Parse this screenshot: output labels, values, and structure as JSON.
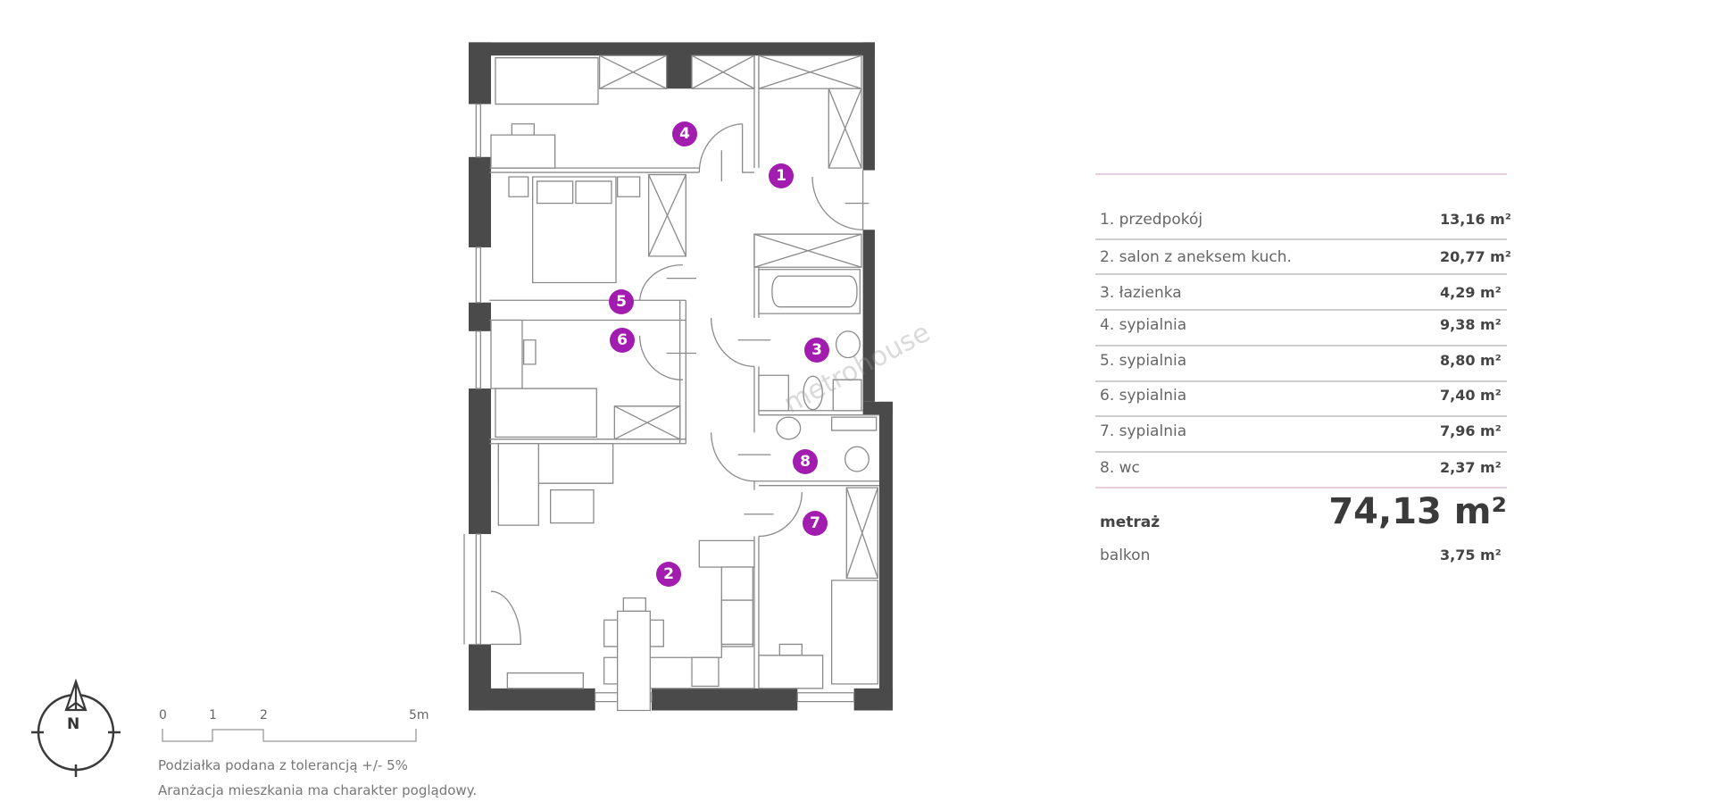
{
  "plan": {
    "watermark": "metrohouse",
    "accent_color": "#a21caf",
    "room_markers": [
      "1",
      "2",
      "3",
      "4",
      "5",
      "6",
      "7",
      "8"
    ]
  },
  "areas": {
    "rooms": [
      {
        "label": "1. przedpokój",
        "value": "13,16 m²"
      },
      {
        "label": "2. salon z aneksem kuch.",
        "value": "20,77 m²"
      },
      {
        "label": "3. łazienka",
        "value": "4,29 m²"
      },
      {
        "label": "4. sypialnia",
        "value": "9,38 m²"
      },
      {
        "label": "5. sypialnia",
        "value": "8,80 m²"
      },
      {
        "label": "6. sypialnia",
        "value": "7,40 m²"
      },
      {
        "label": "7. sypialnia",
        "value": "7,96 m²"
      },
      {
        "label": "8. wc",
        "value": "2,37 m²"
      }
    ],
    "total_label": "metraż",
    "total_value": "74,13 m²",
    "balcony_label": "balkon",
    "balcony_value": "3,75 m²"
  },
  "legend": {
    "compass_letter": "N",
    "scale_ticks": [
      "0",
      "1",
      "2",
      "5m"
    ],
    "note_tolerance": "Podziałka podana z tolerancją +/- 5%",
    "note_arrangement": "Aranżacja mieszkania ma charakter poglądowy."
  }
}
